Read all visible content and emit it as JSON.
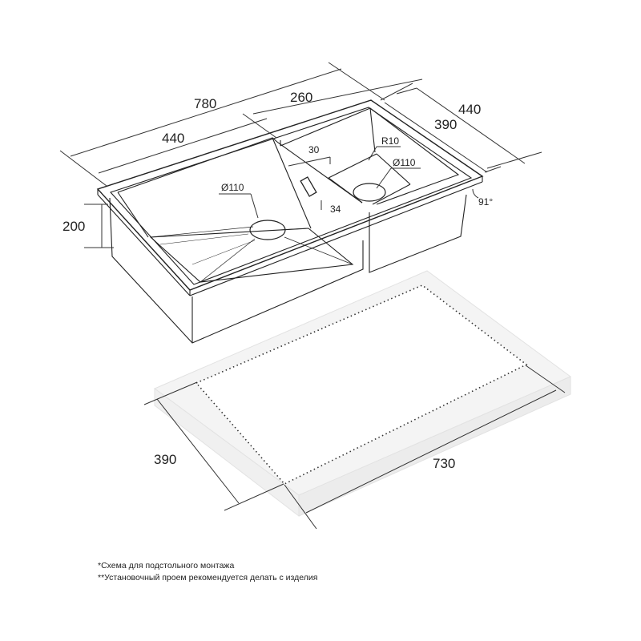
{
  "dimensions": {
    "sink_total_length": "780",
    "main_bowl_length": "440",
    "small_bowl_length": "260",
    "depth_outer": "440",
    "depth_inner": "390",
    "bowl_height": "200",
    "overflow_width": "30",
    "overflow_height": "34",
    "corner_radius": "R10",
    "drain_main": "Ø110",
    "drain_small": "Ø110",
    "edge_angle": "91°",
    "cutout_width": "730",
    "cutout_depth": "390"
  },
  "notes": [
    "*Схема для подстольного монтажа",
    "**Установочный проем рекомендуется делать с изделия"
  ]
}
